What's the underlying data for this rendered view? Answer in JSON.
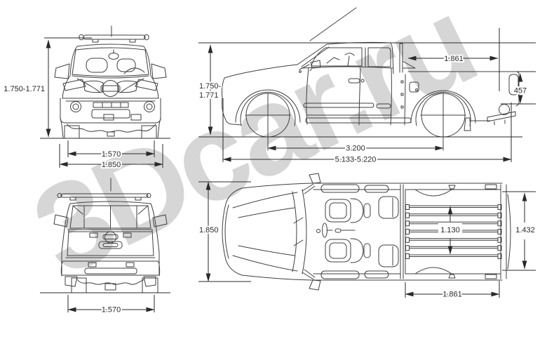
{
  "watermark": {
    "text": "3Dcar.ru",
    "color": "#d6d6d6"
  },
  "style": {
    "line_color": "#3f3f3f",
    "dim_color": "#2a2a2a"
  },
  "views": {
    "front": {
      "dims": {
        "overall_height": "1.750-1.771",
        "track": "1.570",
        "overall_width": "1.850"
      }
    },
    "side": {
      "dims": {
        "overall_height_line1": "1.750-",
        "overall_height_line2": "1.771",
        "bed_length": "1.861",
        "load_height": "457",
        "wheelbase": "3.200",
        "overall_length": "5.133-5.220"
      }
    },
    "rear": {
      "dims": {
        "track": "1.570"
      }
    },
    "top": {
      "dims": {
        "overall_width": "1.850",
        "bed_inner_width": "1.130",
        "bed_outer_width": "1.432",
        "bed_length": "1.861"
      }
    }
  }
}
